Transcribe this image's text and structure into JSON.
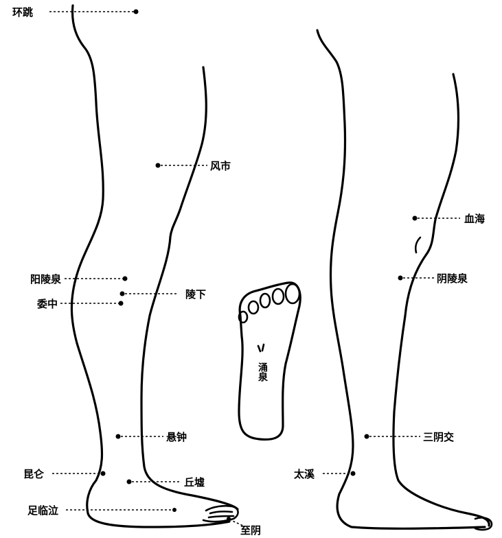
{
  "points": {
    "huantiao": "环跳",
    "fengshi": "风市",
    "yanglingquan": "阳陵泉",
    "weizhong": "委中",
    "xiaxia": "陵下",
    "xuanzhong": "悬钟",
    "kunlun": "昆仑",
    "qiuxu": "丘墟",
    "zulinqi": "足临泣",
    "zhiyin": "至阴",
    "yongquan": "涌泉",
    "xuehai": "血海",
    "yinlingquan": "阴陵泉",
    "sanyinjiao": "三阴交",
    "taixi": "太溪"
  }
}
